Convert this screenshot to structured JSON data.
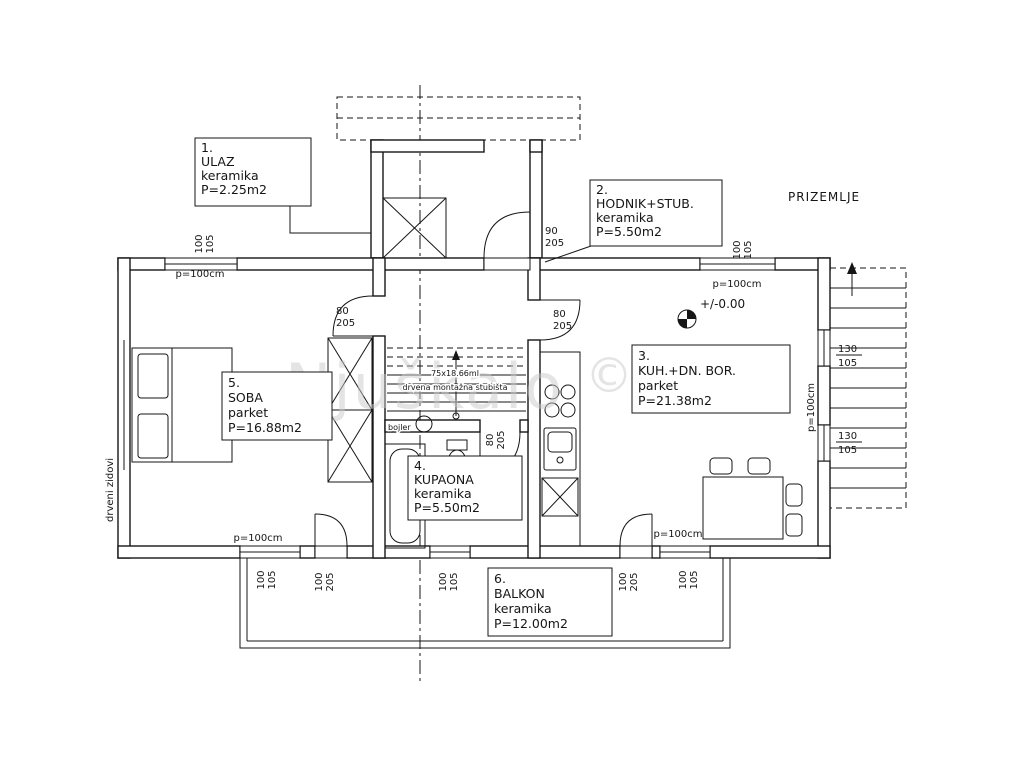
{
  "page": {
    "title": "PRIZEMLJE",
    "watermark": "Njuškalo",
    "watermark_mark": "©"
  },
  "rooms": {
    "ulaz": {
      "num": "1.",
      "name": "ULAZ",
      "finish": "keramika",
      "area": "P=2.25m2"
    },
    "hodnik": {
      "num": "2.",
      "name": "HODNIK+STUB.",
      "finish": "keramika",
      "area": "P=5.50m2"
    },
    "kuh": {
      "num": "3.",
      "name": "KUH.+DN. BOR.",
      "finish": "parket",
      "area": "P=21.38m2"
    },
    "kupaona": {
      "num": "4.",
      "name": "KUPAONA",
      "finish": "keramika",
      "area": "P=5.50m2"
    },
    "soba": {
      "num": "5.",
      "name": "SOBA",
      "finish": "parket",
      "area": "P=16.88m2"
    },
    "balkon": {
      "num": "6.",
      "name": "BALKON",
      "finish": "keramika",
      "area": "P=12.00m2"
    }
  },
  "dims": {
    "d100_105": [
      "100",
      "105"
    ],
    "d100_205": [
      "100",
      "205"
    ],
    "d80_205": [
      "80",
      "205"
    ],
    "d90_205": [
      "90",
      "205"
    ],
    "d130_105": [
      "130",
      "105"
    ],
    "p100": "p=100cm"
  },
  "notes": {
    "level": "+/-0.00",
    "stair_run": "75x18.66ml",
    "stair_note": "drvena montažna stubišta",
    "boiler": "bojler",
    "wood_walls": "drveni zidovi"
  }
}
